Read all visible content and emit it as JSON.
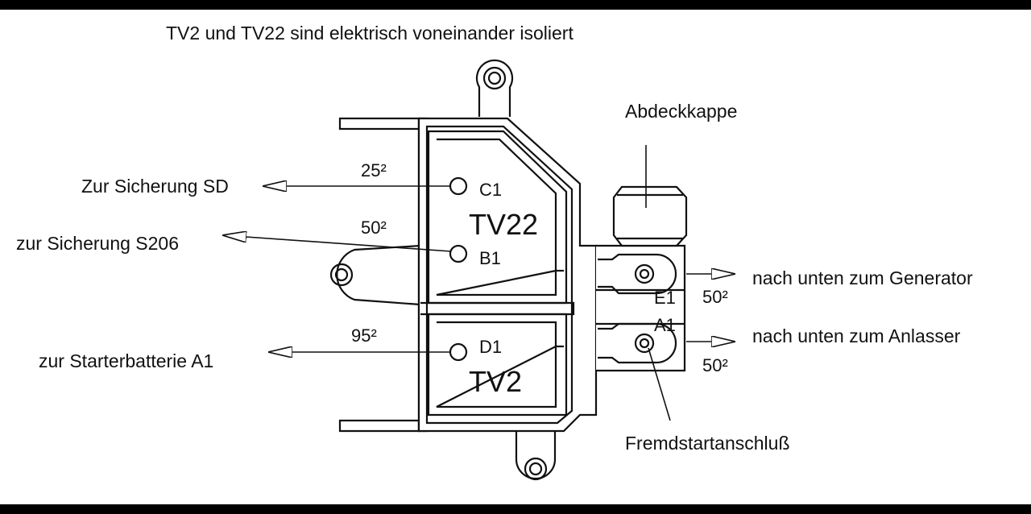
{
  "title": "TV2 und TV22 sind elektrisch voneinander isoliert",
  "cover_label": "Abdeckkappe",
  "left": {
    "sd_label": "Zur Sicherung SD",
    "s206_label": "zur Sicherung S206",
    "battery_label": "zur Starterbatterie A1"
  },
  "right": {
    "generator_label": "nach unten zum Generator",
    "starter_label": "nach unten zum Anlasser",
    "external_start_label": "Fremdstartanschluß"
  },
  "cross_sections": {
    "c1": "25²",
    "b1": "50²",
    "d1": "95²",
    "e1": "50²",
    "a1": "50²"
  },
  "terminals": {
    "c1": "C1",
    "b1": "B1",
    "d1": "D1",
    "e1": "E1",
    "a1": "A1"
  },
  "blocks": {
    "upper": "TV22",
    "lower": "TV2"
  }
}
